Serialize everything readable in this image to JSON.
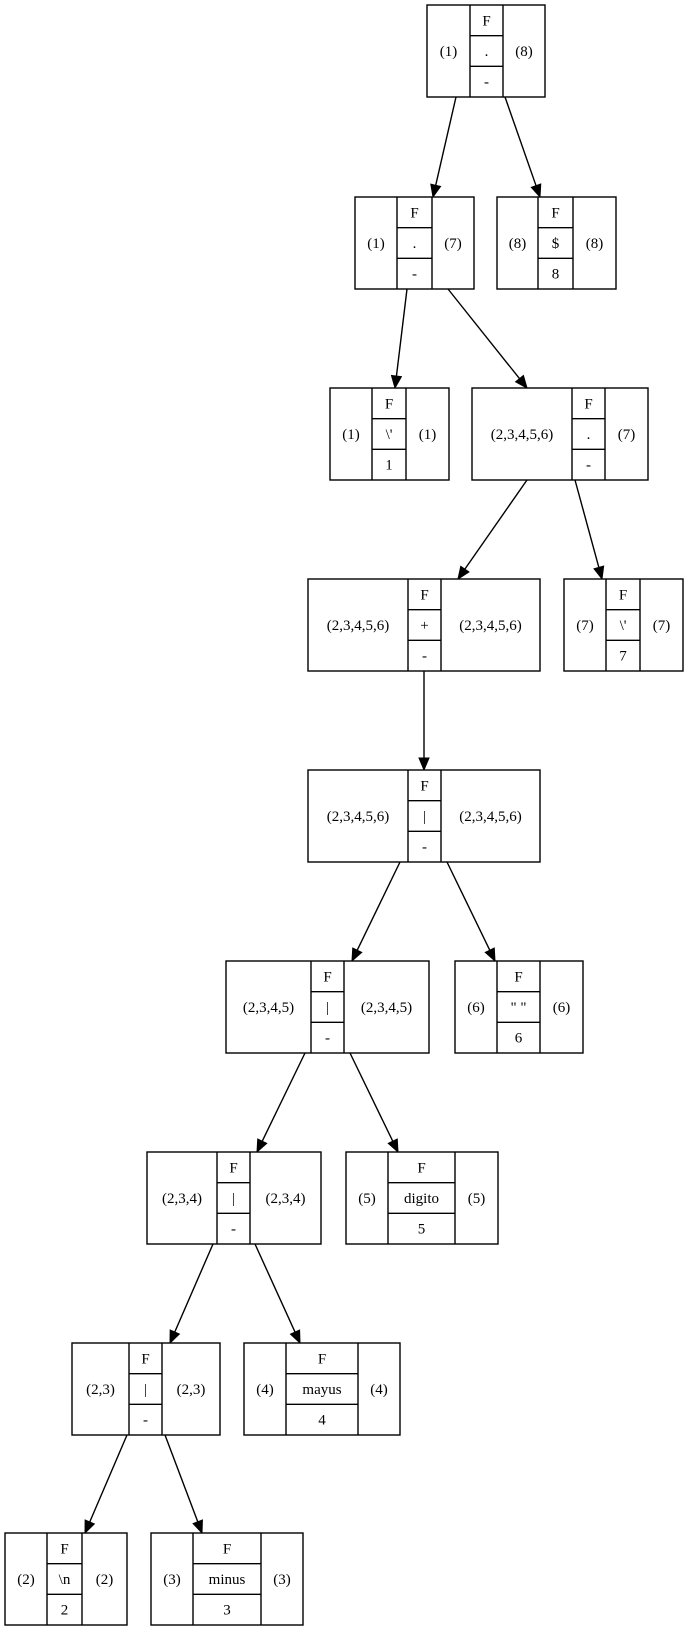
{
  "nodes": [
    {
      "id": "n0",
      "first": "(1)",
      "label": "F",
      "symbol": ".",
      "pos": "-",
      "last": "(8)"
    },
    {
      "id": "n1",
      "first": "(1)",
      "label": "F",
      "symbol": ".",
      "pos": "-",
      "last": "(7)"
    },
    {
      "id": "n2",
      "first": "(8)",
      "label": "F",
      "symbol": "$",
      "pos": "8",
      "last": "(8)"
    },
    {
      "id": "n3",
      "first": "(1)",
      "label": "F",
      "symbol": "\\'",
      "pos": "1",
      "last": "(1)"
    },
    {
      "id": "n4",
      "first": "(2,3,4,5,6)",
      "label": "F",
      "symbol": ".",
      "pos": "-",
      "last": "(7)"
    },
    {
      "id": "n5",
      "first": "(2,3,4,5,6)",
      "label": "F",
      "symbol": "+",
      "pos": "-",
      "last": "(2,3,4,5,6)"
    },
    {
      "id": "n6",
      "first": "(7)",
      "label": "F",
      "symbol": "\\'",
      "pos": "7",
      "last": "(7)"
    },
    {
      "id": "n7",
      "first": "(2,3,4,5,6)",
      "label": "F",
      "symbol": "|",
      "pos": "-",
      "last": "(2,3,4,5,6)"
    },
    {
      "id": "n8",
      "first": "(2,3,4,5)",
      "label": "F",
      "symbol": "|",
      "pos": "-",
      "last": "(2,3,4,5)"
    },
    {
      "id": "n9",
      "first": "(6)",
      "label": "F",
      "symbol": "\" \"",
      "pos": "6",
      "last": "(6)"
    },
    {
      "id": "n10",
      "first": "(2,3,4)",
      "label": "F",
      "symbol": "|",
      "pos": "-",
      "last": "(2,3,4)"
    },
    {
      "id": "n11",
      "first": "(5)",
      "label": "F",
      "symbol": "digito",
      "pos": "5",
      "last": "(5)"
    },
    {
      "id": "n12",
      "first": "(2,3)",
      "label": "F",
      "symbol": "|",
      "pos": "-",
      "last": "(2,3)"
    },
    {
      "id": "n13",
      "first": "(4)",
      "label": "F",
      "symbol": "mayus",
      "pos": "4",
      "last": "(4)"
    },
    {
      "id": "n14",
      "first": "(2)",
      "label": "F",
      "symbol": "\\n",
      "pos": "2",
      "last": "(2)"
    },
    {
      "id": "n15",
      "first": "(3)",
      "label": "F",
      "symbol": "minus",
      "pos": "3",
      "last": "(3)"
    }
  ],
  "edges": [
    {
      "from": "n0",
      "to": "n1"
    },
    {
      "from": "n0",
      "to": "n2"
    },
    {
      "from": "n1",
      "to": "n3"
    },
    {
      "from": "n1",
      "to": "n4"
    },
    {
      "from": "n4",
      "to": "n5"
    },
    {
      "from": "n4",
      "to": "n6"
    },
    {
      "from": "n5",
      "to": "n7"
    },
    {
      "from": "n7",
      "to": "n8"
    },
    {
      "from": "n7",
      "to": "n9"
    },
    {
      "from": "n8",
      "to": "n10"
    },
    {
      "from": "n8",
      "to": "n11"
    },
    {
      "from": "n10",
      "to": "n12"
    },
    {
      "from": "n10",
      "to": "n13"
    },
    {
      "from": "n12",
      "to": "n14"
    },
    {
      "from": "n12",
      "to": "n15"
    }
  ]
}
